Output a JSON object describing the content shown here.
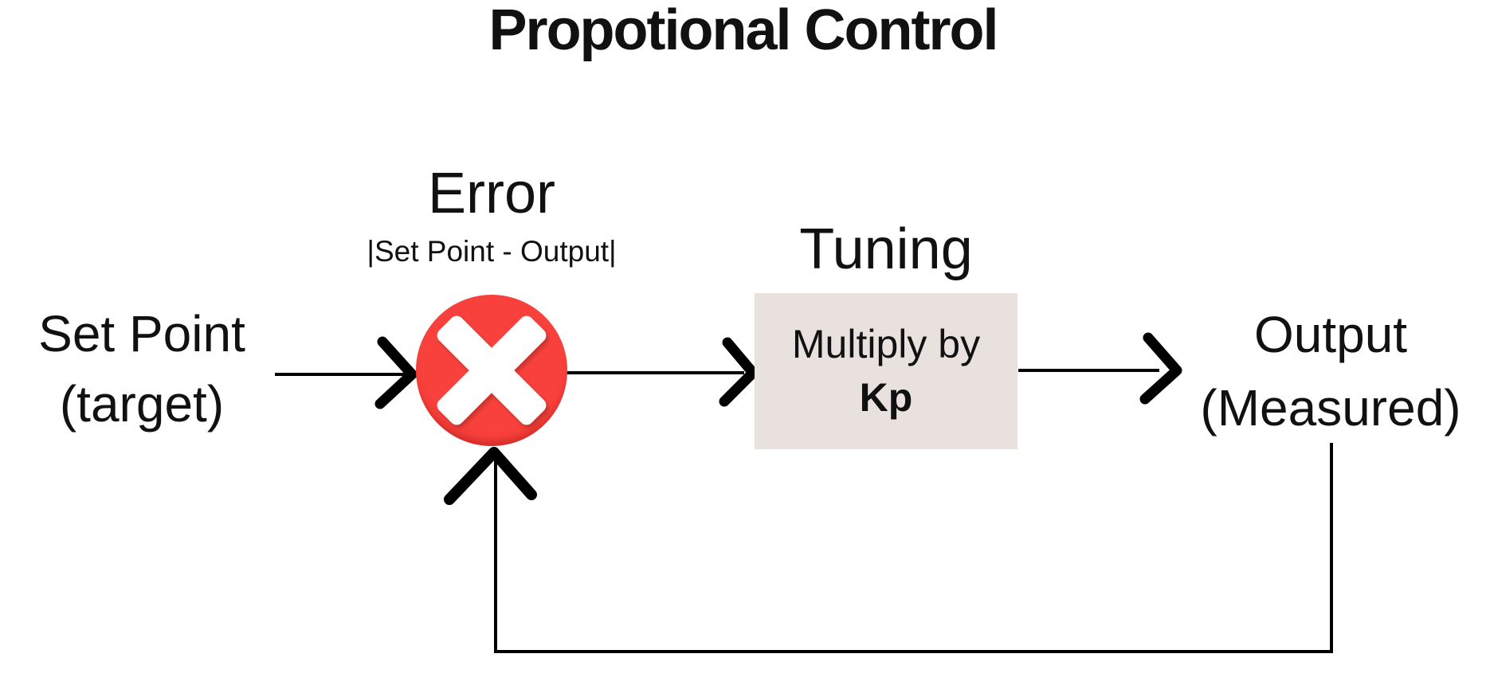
{
  "title": "Propotional Control",
  "colors": {
    "background": "#ffffff",
    "text": "#111111",
    "line": "#000000",
    "error_circle_red": "#f8413c",
    "x_mark_white": "#ffffff",
    "tuning_box_fill": "#e8e1de"
  },
  "nodes": {
    "set_point": {
      "title": "Set Point",
      "subtitle": "(target)"
    },
    "error": {
      "title": "Error",
      "formula": "|Set Point - Output|"
    },
    "tuning": {
      "title": "Tuning",
      "box_line1": "Multiply by",
      "box_line2": "Kp"
    },
    "output": {
      "title": "Output",
      "subtitle": "(Measured)"
    }
  }
}
